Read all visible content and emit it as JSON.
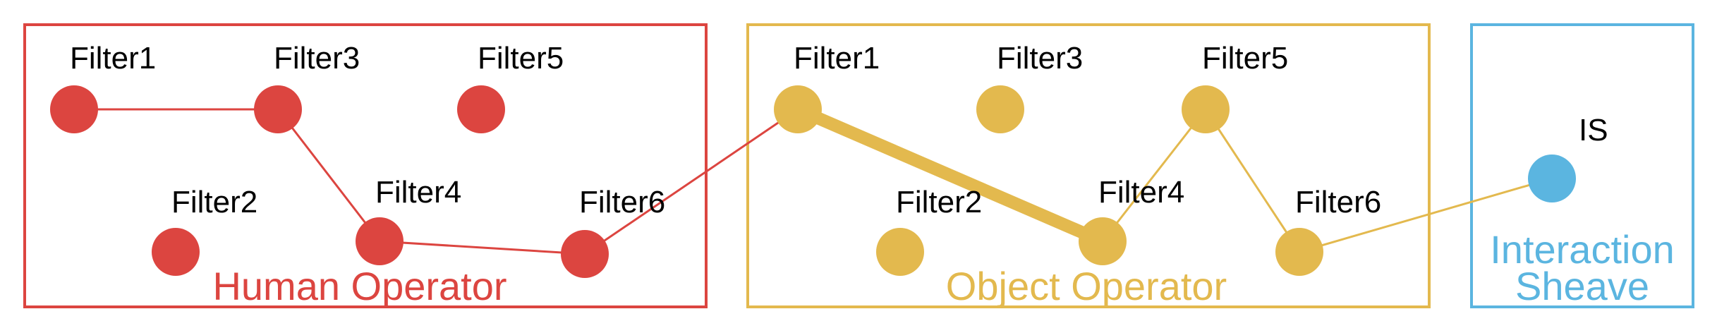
{
  "colors": {
    "human": "#dc4540",
    "object": "#e3b94e",
    "sheave": "#5bb5e0",
    "text": "#000000"
  },
  "panels": {
    "human": {
      "title": "Human Operator"
    },
    "object": {
      "title": "Object Operator"
    },
    "sheave": {
      "title_line1": "Interaction",
      "title_line2": "Sheave"
    }
  },
  "nodes": {
    "human": {
      "f1": "Filter1",
      "f2": "Filter2",
      "f3": "Filter3",
      "f4": "Filter4",
      "f5": "Filter5",
      "f6": "Filter6"
    },
    "object": {
      "f1": "Filter1",
      "f2": "Filter2",
      "f3": "Filter3",
      "f4": "Filter4",
      "f5": "Filter5",
      "f6": "Filter6"
    },
    "sheave": {
      "is": "IS"
    }
  },
  "edges": [
    {
      "from": "Human Filter1",
      "to": "Human Filter3",
      "panel": "human"
    },
    {
      "from": "Human Filter3",
      "to": "Human Filter4",
      "panel": "human"
    },
    {
      "from": "Human Filter4",
      "to": "Human Filter6",
      "panel": "human"
    },
    {
      "from": "Human Filter6",
      "to": "Object Filter1",
      "panel": "human"
    },
    {
      "from": "Object Filter1",
      "to": "Object Filter4",
      "panel": "object",
      "emphasis": "thick"
    },
    {
      "from": "Object Filter4",
      "to": "Object Filter5",
      "panel": "object"
    },
    {
      "from": "Object Filter5",
      "to": "Object Filter6",
      "panel": "object"
    },
    {
      "from": "Object Filter6",
      "to": "IS",
      "panel": "object"
    }
  ]
}
